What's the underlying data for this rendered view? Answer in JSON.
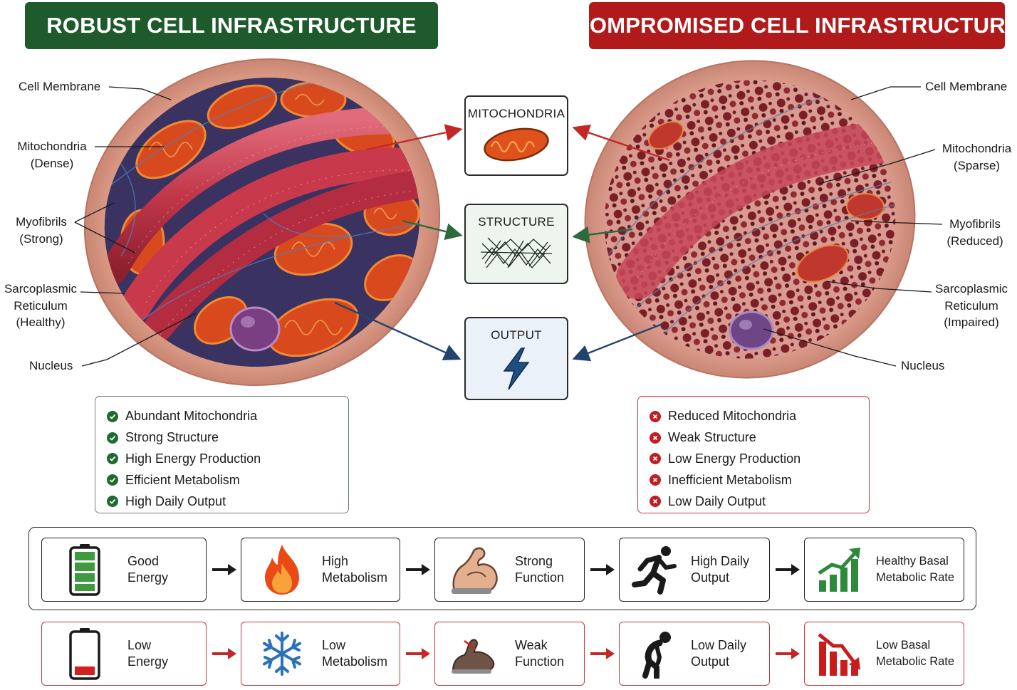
{
  "banners": {
    "left": "ROBUST CELL INFRASTRUCTURE",
    "right": "COMPROMISED CELL INFRASTRUCTURE"
  },
  "left_labels": {
    "membrane": "Cell Membrane",
    "mito_1": "Mitochondria",
    "mito_2": "(Dense)",
    "myo_1": "Myofibrils",
    "myo_2": "(Strong)",
    "sr_1": "Sarcoplasmic",
    "sr_2": "Reticulum",
    "sr_3": "(Healthy)",
    "nucleus": "Nucleus"
  },
  "right_labels": {
    "membrane": "Cell Membrane",
    "mito_1": "Mitochondria",
    "mito_2": "(Sparse)",
    "myo_1": "Myofibrils",
    "myo_2": "(Reduced)",
    "sr_1": "Sarcoplasmic",
    "sr_2": "Reticulum",
    "sr_3": "(Impaired)",
    "nucleus": "Nucleus"
  },
  "center_boxes": {
    "mito": "MITOCHONDRIA",
    "structure": "STRUCTURE",
    "output": "OUTPUT"
  },
  "good_status": [
    "Abundant Mitochondria",
    "Strong Structure",
    "High Energy Production",
    "Efficient Metabolism",
    "High Daily Output"
  ],
  "bad_status": [
    "Reduced Mitochondria",
    "Weak Structure",
    "Low Energy Production",
    "Inefficient Metabolism",
    "Low Daily Output"
  ],
  "good_flow": [
    {
      "line1": "Good",
      "line2": "Energy",
      "icon": "battery-full-icon"
    },
    {
      "line1": "High",
      "line2": "Metabolism",
      "icon": "flame-icon"
    },
    {
      "line1": "Strong",
      "line2": "Function",
      "icon": "flexed-arm-icon"
    },
    {
      "line1": "High Daily",
      "line2": "Output",
      "icon": "running-person-icon"
    },
    {
      "line1": "Healthy Basal",
      "line2": "Metabolic Rate",
      "icon": "chart-up-icon"
    }
  ],
  "bad_flow": [
    {
      "line1": "Low",
      "line2": "Energy",
      "icon": "battery-low-icon"
    },
    {
      "line1": "Low",
      "line2": "Metabolism",
      "icon": "snowflake-icon"
    },
    {
      "line1": "Weak",
      "line2": "Function",
      "icon": "weak-arm-icon"
    },
    {
      "line1": "Low Daily",
      "line2": "Output",
      "icon": "tired-person-icon"
    },
    {
      "line1": "Low Basal",
      "line2": "Metabolic Rate",
      "icon": "chart-down-icon"
    }
  ],
  "colors": {
    "good_green": "#1e5a2c",
    "bad_red": "#b11a1a",
    "mito_orange": "#e0521c",
    "bolt_blue": "#1f4f82"
  }
}
